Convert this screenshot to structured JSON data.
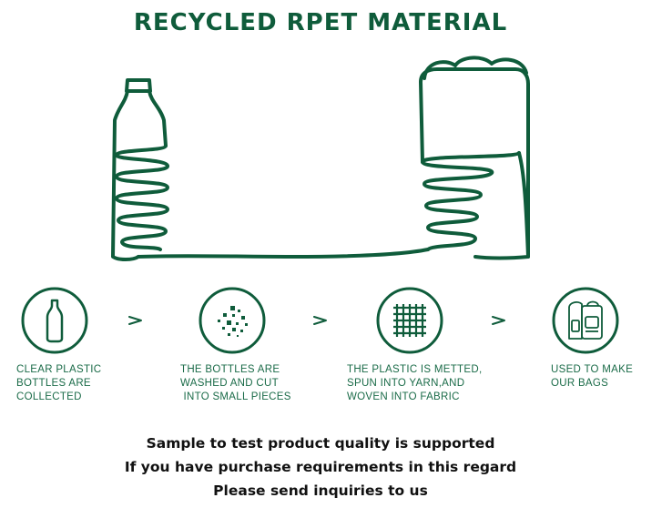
{
  "title": "RECYCLED RPET MATERIAL",
  "colors": {
    "brand_green": "#0f5c3b",
    "label_green": "#1a6b48"
  },
  "steps": [
    {
      "icon": "bottle-icon",
      "label": "CLEAR PLASTIC\nBOTTLES ARE\nCOLLECTED"
    },
    {
      "icon": "pieces-icon",
      "label": "THE BOTTLES ARE\nWASHED AND CUT\n INTO SMALL PIECES"
    },
    {
      "icon": "fabric-grid-icon",
      "label": "THE PLASTIC IS METTED,\nSPUN INTO YARN,AND\nWOVEN INTO FABRIC"
    },
    {
      "icon": "backpack-icon",
      "label": "USED TO MAKE\nOUR BAGS"
    }
  ],
  "arrow_glyph": "≻",
  "footer": {
    "line1": "Sample to test product quality is supported",
    "line2": "If you have purchase requirements in this regard",
    "line3": "Please send inquiries to us"
  }
}
